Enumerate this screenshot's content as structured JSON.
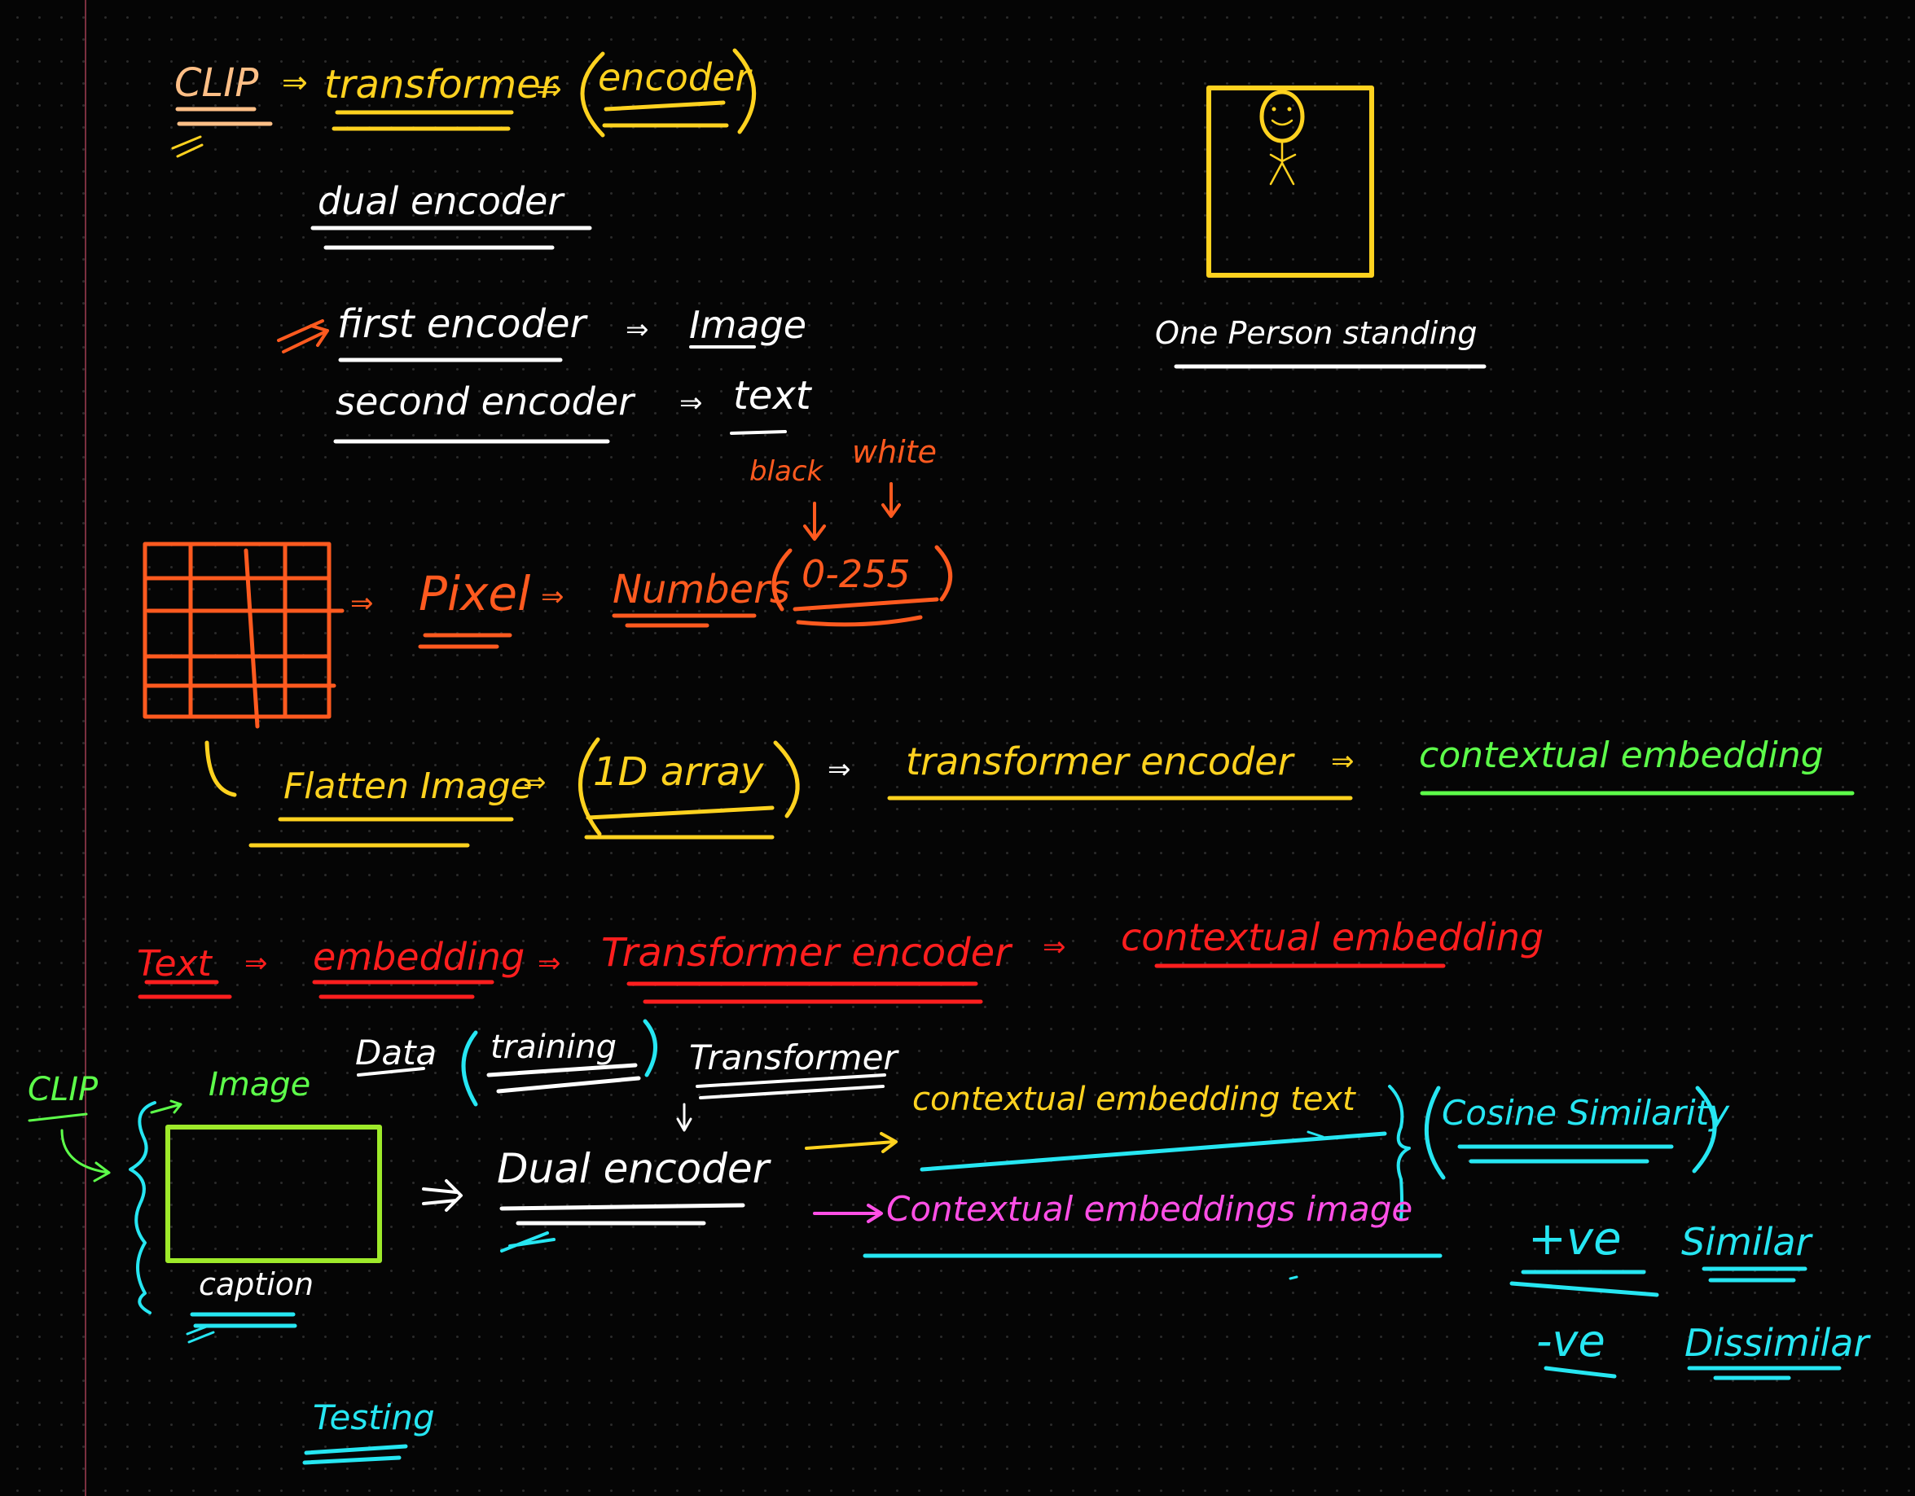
{
  "colors": {
    "background": "#050505",
    "yellow": "#ffd21f",
    "peach": "#ffbf86",
    "white": "#ffffff",
    "orange": "#ff5a1f",
    "green": "#5dff4a",
    "red": "#ff1e1e",
    "cyan": "#26e6f2",
    "magenta": "#ff4fe6",
    "lime": "#9eea2a",
    "margin_line": "#7a2f3f"
  },
  "header": {
    "clip": "CLIP",
    "transformer": "transformer",
    "encoder": "encoder",
    "dual_encoder": "dual encoder",
    "first_encoder": "first encoder",
    "image": "Image",
    "second_encoder": "second encoder",
    "text": "text"
  },
  "sketch": {
    "caption": "One Person standing"
  },
  "pixel_row": {
    "black": "black",
    "white": "white",
    "pixel": "Pixel",
    "numbers": "Numbers",
    "range": "0-255"
  },
  "flatten_row": {
    "flatten_image": "Flatten Image",
    "array_1d": "1D array",
    "transformer_encoder": "transformer encoder",
    "contextual_embedding": "contextual embedding"
  },
  "text_row": {
    "text": "Text",
    "embedding": "embedding",
    "transformer_encoder": "Transformer encoder",
    "contextual_embedding": "contextual embedding"
  },
  "clip_training": {
    "clip": "CLIP",
    "image": "Image",
    "data": "Data",
    "training": "training",
    "transformer": "Transformer",
    "caption": "caption",
    "dual_encoder": "Dual encoder",
    "ctx_text": "contextual embedding text",
    "ctx_image": "Contextual embeddings image",
    "cosine": "Cosine Similarity",
    "pos": "+ve",
    "similar": "Similar",
    "neg": "-ve",
    "dissimilar": "Dissimilar",
    "testing": "Testing"
  }
}
